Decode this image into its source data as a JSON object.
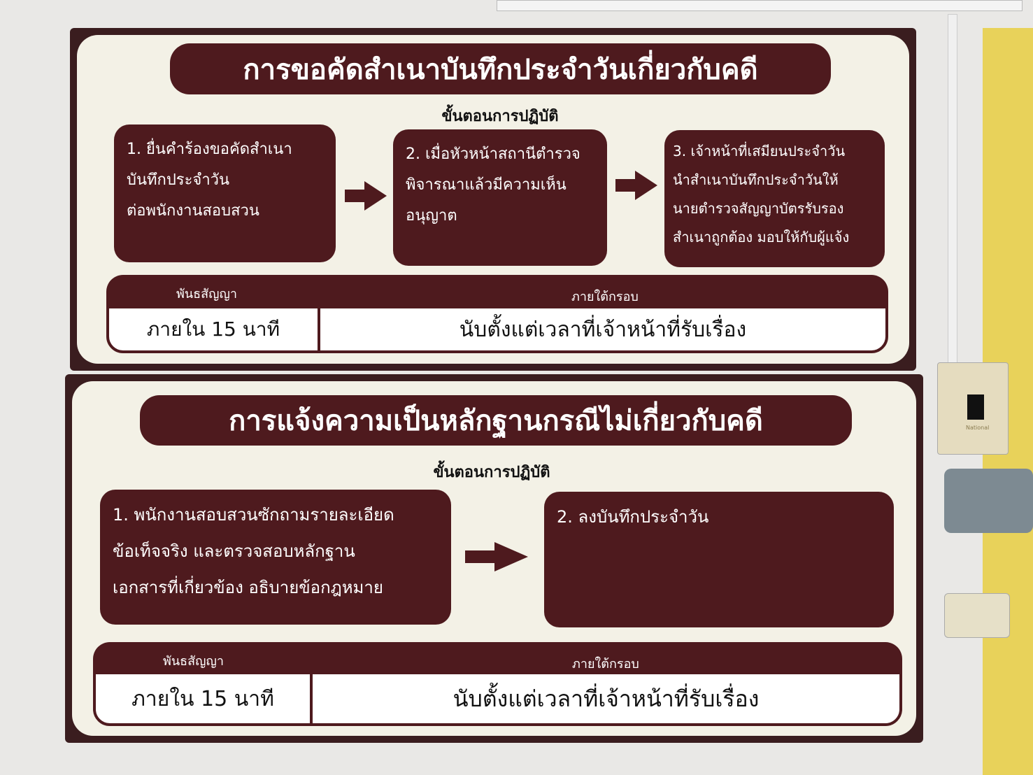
{
  "poster1": {
    "title": "การขอคัดสำเนาบันทึกประจำวันเกี่ยวกับคดี",
    "subtitle": "ขั้นตอนการปฏิบัติ",
    "steps": [
      {
        "lines": [
          "1. ยื่นคำร้องขอคัดสำเนา",
          "บันทึกประจำวัน",
          "ต่อพนักงานสอบสวน"
        ]
      },
      {
        "lines": [
          "2. เมื่อหัวหน้าสถานีตำรวจ",
          "พิจารณาแล้วมีความเห็น",
          "อนุญาต"
        ]
      },
      {
        "lines": [
          "3. เจ้าหน้าที่เสมียนประจำวัน",
          "นำสำเนาบันทึกประจำวันให้",
          "นายตำรวจสัญญาบัตรรับรอง",
          "สำเนาถูกต้อง  มอบให้กับผู้แจ้ง"
        ]
      }
    ],
    "commitment_label": "พันธสัญญา",
    "scope_label": "ภายใต้กรอบ",
    "commitment_value": "ภายใน 15 นาที",
    "scope_value": "นับตั้งแต่เวลาที่เจ้าหน้าที่รับเรื่อง"
  },
  "poster2": {
    "title": "การแจ้งความเป็นหลักฐานกรณีไม่เกี่ยวกับคดี",
    "subtitle": "ขั้นตอนการปฏิบัติ",
    "steps": [
      {
        "lines": [
          "1. พนักงานสอบสวนซักถามรายละเอียด",
          "ข้อเท็จจริง  และตรวจสอบหลักฐาน",
          "เอกสารที่เกี่ยวข้อง  อธิบายข้อกฎหมาย"
        ]
      },
      {
        "lines": [
          "2. ลงบันทึกประจำวัน"
        ]
      }
    ],
    "commitment_label": "พันธสัญญา",
    "scope_label": "ภายใต้กรอบ",
    "commitment_value": "ภายใน 15 นาที",
    "scope_value": "นับตั้งแต่เวลาที่เจ้าหน้าที่รับเรื่อง"
  },
  "breaker_brand": "National",
  "colors": {
    "sign_maroon": "#4e1a1e",
    "sign_cream": "#f3f1e6",
    "wall": "#e9e8e6",
    "yellow_board": "#e8d25a"
  }
}
